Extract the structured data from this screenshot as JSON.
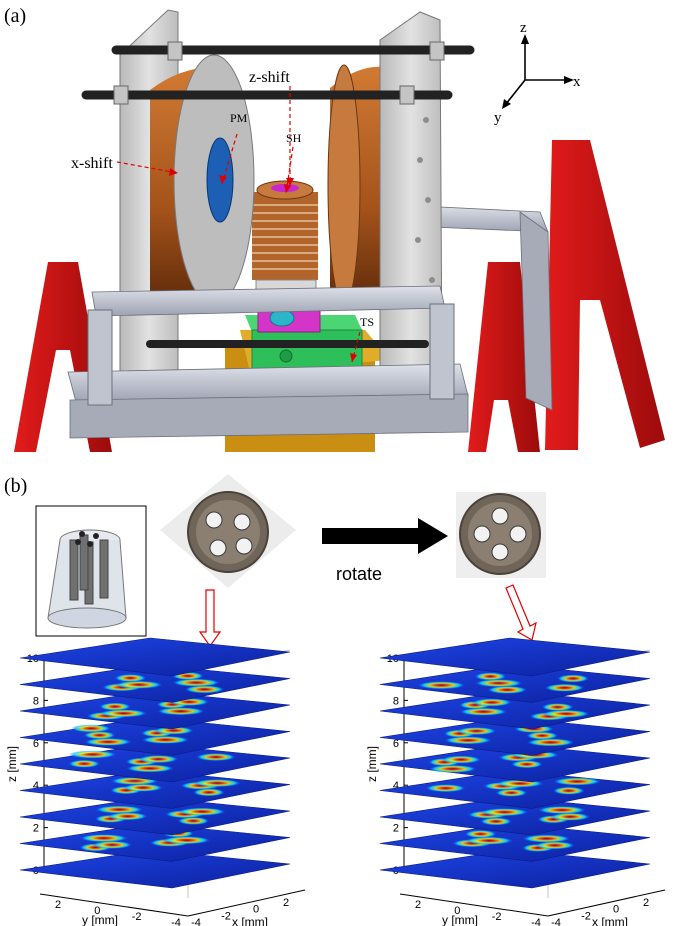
{
  "panel_a": {
    "label": "(a)",
    "annotations": {
      "pm": "PM",
      "sh": "SH",
      "ts": "TS",
      "z_shift": "z-shift",
      "x_shift": "x-shift"
    },
    "axes_triad": {
      "z": "z",
      "x": "x",
      "y": "y"
    },
    "colors": {
      "frame": "#cc1111",
      "coil": "#b05a1e",
      "plate": "#c9c9c9",
      "rail": "#b8bcc8",
      "green_stage": "#2fbf5a",
      "magenta_block": "#d435c8",
      "pm_disc": "#1d5fb5",
      "yellow_stage": "#d9a21e"
    }
  },
  "panel_b": {
    "label": "(b)",
    "rotate_label": "rotate",
    "plots": [
      {
        "z_label": "z [mm]",
        "y_label": "y [mm]",
        "x_label": "x [mm]",
        "z_ticks": [
          "0",
          "2",
          "4",
          "6",
          "8",
          "10"
        ],
        "y_ticks": [
          "2",
          "0",
          "-2",
          "-4"
        ],
        "x_ticks": [
          "-4",
          "-2",
          "0",
          "2"
        ],
        "slices": 9
      },
      {
        "z_label": "z [mm]",
        "y_label": "y [mm]",
        "x_label": "x [mm]",
        "z_ticks": [
          "0",
          "2",
          "4",
          "6",
          "8",
          "10"
        ],
        "y_ticks": [
          "2",
          "0",
          "-2",
          "-4"
        ],
        "x_ticks": [
          "-4",
          "-2",
          "0",
          "2"
        ],
        "slices": 9
      }
    ]
  }
}
